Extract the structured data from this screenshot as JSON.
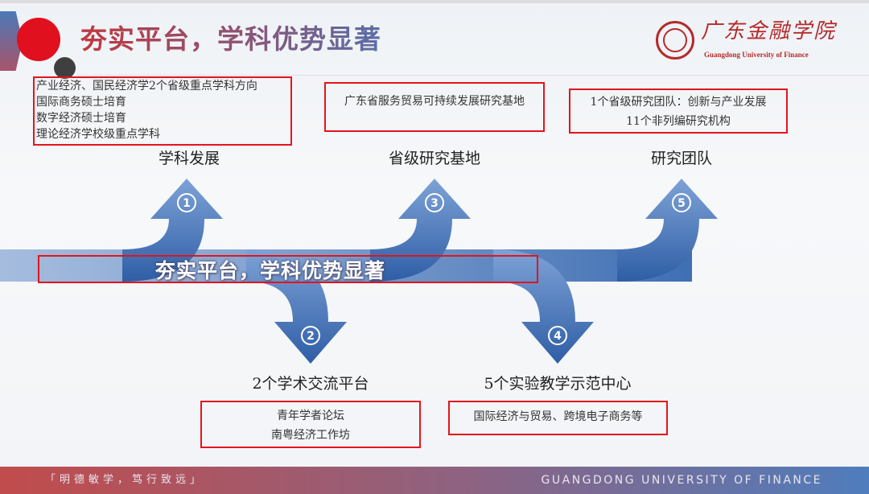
{
  "title": "夯实平台，学科优势显著",
  "logo": {
    "cn": "广东金融学院",
    "en": "Guangdong University of Finance"
  },
  "banner": "夯实平台，学科优势显著",
  "nodes": [
    {
      "num": "1",
      "label": "学科发展",
      "items": [
        "产业经济、国民经济学2个省级重点学科方向",
        "国际商务硕士培育",
        "数字经济硕士培育",
        "理论经济学校级重点学科"
      ]
    },
    {
      "num": "2",
      "label": "2个学术交流平台",
      "items": [
        "青年学者论坛",
        "南粤经济工作坊"
      ]
    },
    {
      "num": "3",
      "label": "省级研究基地",
      "items": [
        "广东省服务贸易可持续发展研究基地"
      ]
    },
    {
      "num": "4",
      "label": "5个实验教学示范中心",
      "items": [
        "国际经济与贸易、跨境电子商务等"
      ]
    },
    {
      "num": "5",
      "label": "研究团队",
      "items": [
        "1个省级研究团队：创新与产业发展",
        "11个非列编研究机构"
      ]
    }
  ],
  "footer": {
    "motto": "「明德敏学，笃行致远」",
    "university": "GUANGDONG UNIVERSITY OF FINANCE"
  },
  "colors": {
    "accent_red": "#e4141c",
    "arrow_blue": "#3f6fb3"
  }
}
